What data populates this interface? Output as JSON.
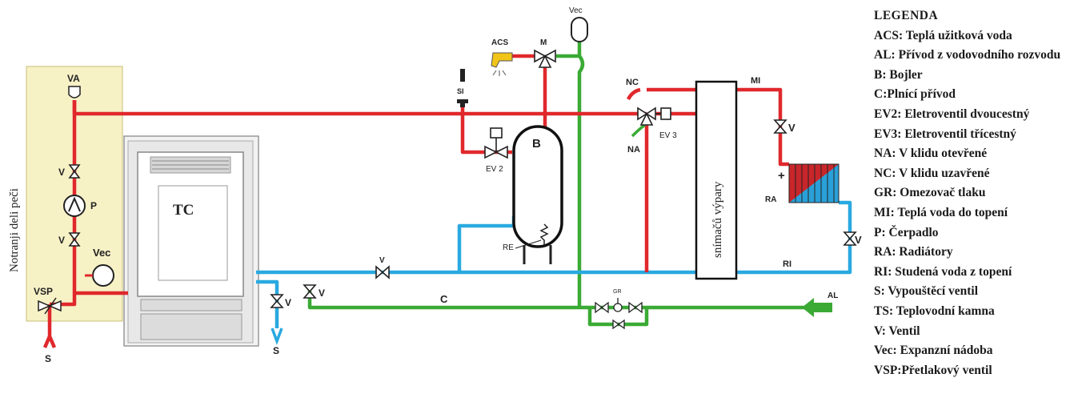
{
  "colors": {
    "hot": "#e0282c",
    "cold": "#29a9e0",
    "fill": "#3aaa35",
    "panel": "#f7f1c6",
    "dark": "#222222"
  },
  "diagram": {
    "inner_parts_label": "Notranji deli peči",
    "stove_label": "TC",
    "hood_label": "snímačů výpary",
    "labels": {
      "va": "VA",
      "p": "P",
      "v_left_top": "V",
      "v_left_bottom": "V",
      "vec_left": "Vec",
      "vsp": "VSP",
      "s_left": "S",
      "v_drain": "V",
      "s_drain": "S",
      "v_return": "V",
      "v_feed": "V",
      "c": "C",
      "acs": "ACS",
      "m": "M",
      "vec_top": "Vec",
      "si": "SI",
      "ev2": "EV 2",
      "b": "B",
      "re": "RE",
      "gr": "GR",
      "nc": "NC",
      "na": "NA",
      "ev3": "EV 3",
      "mi": "MI",
      "v_mi": "V",
      "ra": "RA",
      "v_ri": "V",
      "ri": "RI",
      "al": "AL",
      "plus": "+"
    }
  },
  "legend": {
    "title": "LEGENDA",
    "items": [
      "ACS: Teplá užitková voda",
      "AL: Přívod z vodovodního rozvodu",
      "B: Bojler",
      "C:Plnící přívod",
      "EV2: Eletroventil dvoucestný",
      "EV3: Eletroventil třícestný",
      "NA: V klidu otevřené",
      "NC: V klidu uzavřené",
      "GR: Omezovač tlaku",
      "MI: Teplá voda do topení",
      "P: Čerpadlo",
      "RA: Radiátory",
      "RI: Studená voda z topení",
      "S: Vypouštěcí ventil",
      "TS: Teplovodní kamna",
      "V: Ventil",
      "Vec: Expanzní nádoba",
      "VSP:Přetlakový ventil"
    ]
  }
}
